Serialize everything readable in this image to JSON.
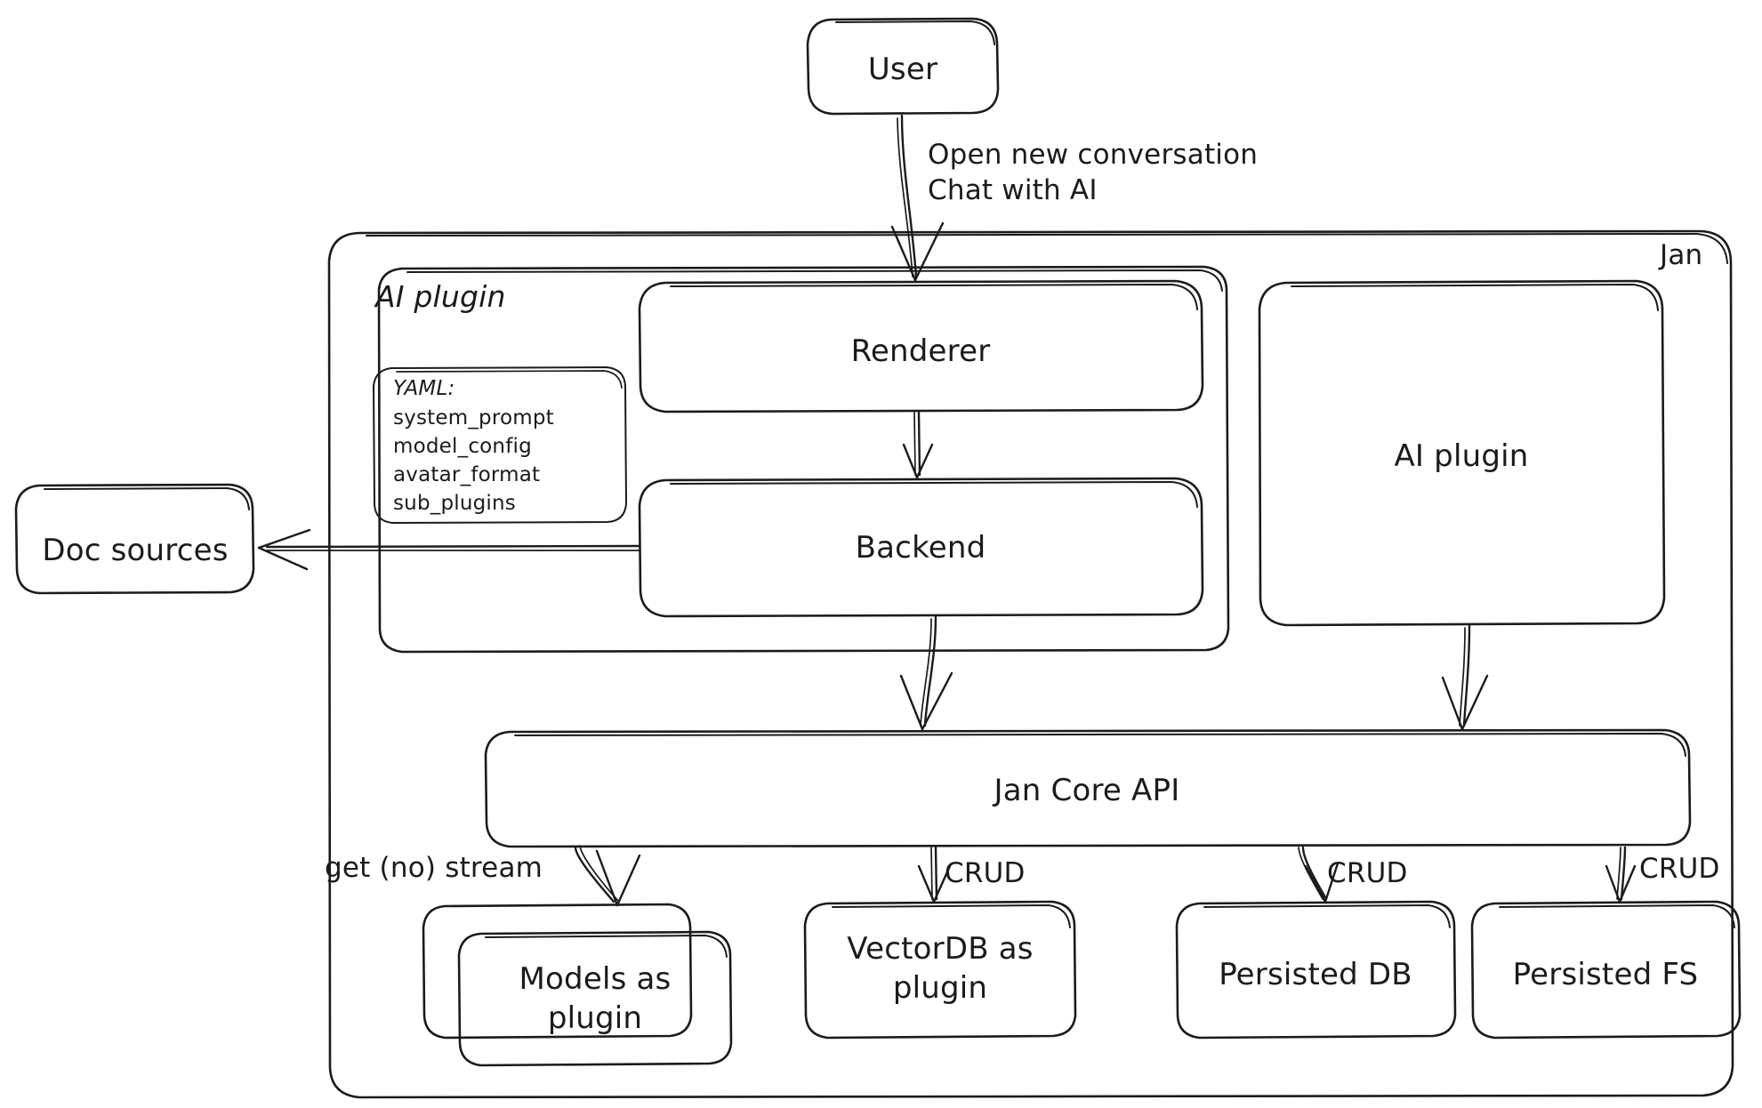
{
  "diagram": {
    "title": "Jan architecture diagram",
    "style": "hand-drawn whiteboard sketch",
    "stroke_color": "#1b1b1f",
    "background_color": "#ffffff"
  },
  "nodes": {
    "user": {
      "label": "User"
    },
    "doc_sources": {
      "label": "Doc sources"
    },
    "jan_container": {
      "label": "Jan"
    },
    "ai_plugin_group": {
      "label": "AI plugin"
    },
    "yaml_card": {
      "header": "YAML:",
      "keys": [
        "system_prompt",
        "model_config",
        "avatar_format",
        "sub_plugins"
      ]
    },
    "renderer": {
      "label": "Renderer"
    },
    "backend": {
      "label": "Backend"
    },
    "ai_plugin_box": {
      "label": "AI plugin"
    },
    "jan_core_api": {
      "label": "Jan Core API"
    },
    "models_plugin": {
      "label": "Models as\nplugin"
    },
    "vectordb_plugin": {
      "label": "VectorDB as\nplugin"
    },
    "persisted_db": {
      "label": "Persisted DB"
    },
    "persisted_fs": {
      "label": "Persisted FS"
    }
  },
  "edges": {
    "user_to_renderer": {
      "label": "Open new conversation\nChat with AI"
    },
    "renderer_to_backend": {
      "label": ""
    },
    "backend_to_docsources": {
      "label": ""
    },
    "backend_to_core": {
      "label": ""
    },
    "aiplugin_to_core": {
      "label": ""
    },
    "core_to_models": {
      "label": "get (no) stream"
    },
    "core_to_vectordb": {
      "label": "CRUD"
    },
    "core_to_persisteddb": {
      "label": "CRUD"
    },
    "core_to_persistedfs": {
      "label": "CRUD"
    }
  }
}
